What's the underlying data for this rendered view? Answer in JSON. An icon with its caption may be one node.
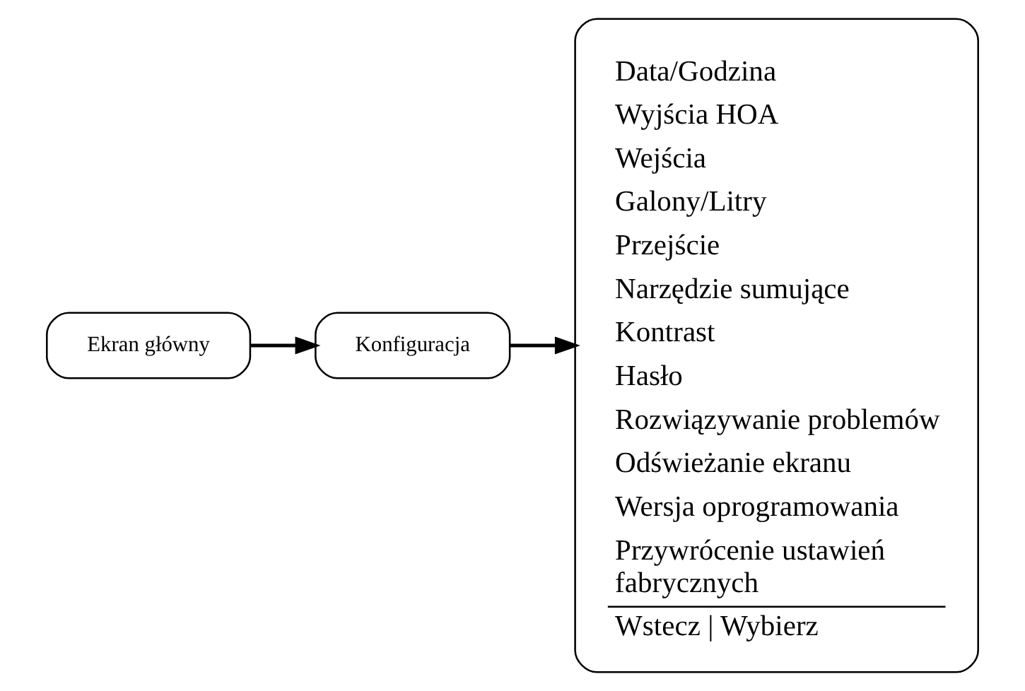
{
  "diagram": {
    "nodes": [
      {
        "text": [
          "Ekran główny"
        ]
      },
      {
        "text": [
          "Konfiguracja"
        ]
      },
      {
        "text": [
          "Data/Godzina",
          "Wyjścia HOA",
          "Wejścia",
          "Galony/Litry",
          "Przejście",
          "Narzędzie sumujące",
          "Kontrast",
          "Hasło",
          "Rozwiązywanie problemów",
          "Odświeżanie ekranu",
          "Wersja oprogramowania",
          "Przywrócenie ustawień fabrycznych",
          "Wstecz | Wybierz"
        ]
      }
    ],
    "edges": [
      {
        "from": 0,
        "to": 1,
        "arrow": "to"
      },
      {
        "from": 1,
        "to": 2,
        "arrow": "to"
      }
    ]
  }
}
